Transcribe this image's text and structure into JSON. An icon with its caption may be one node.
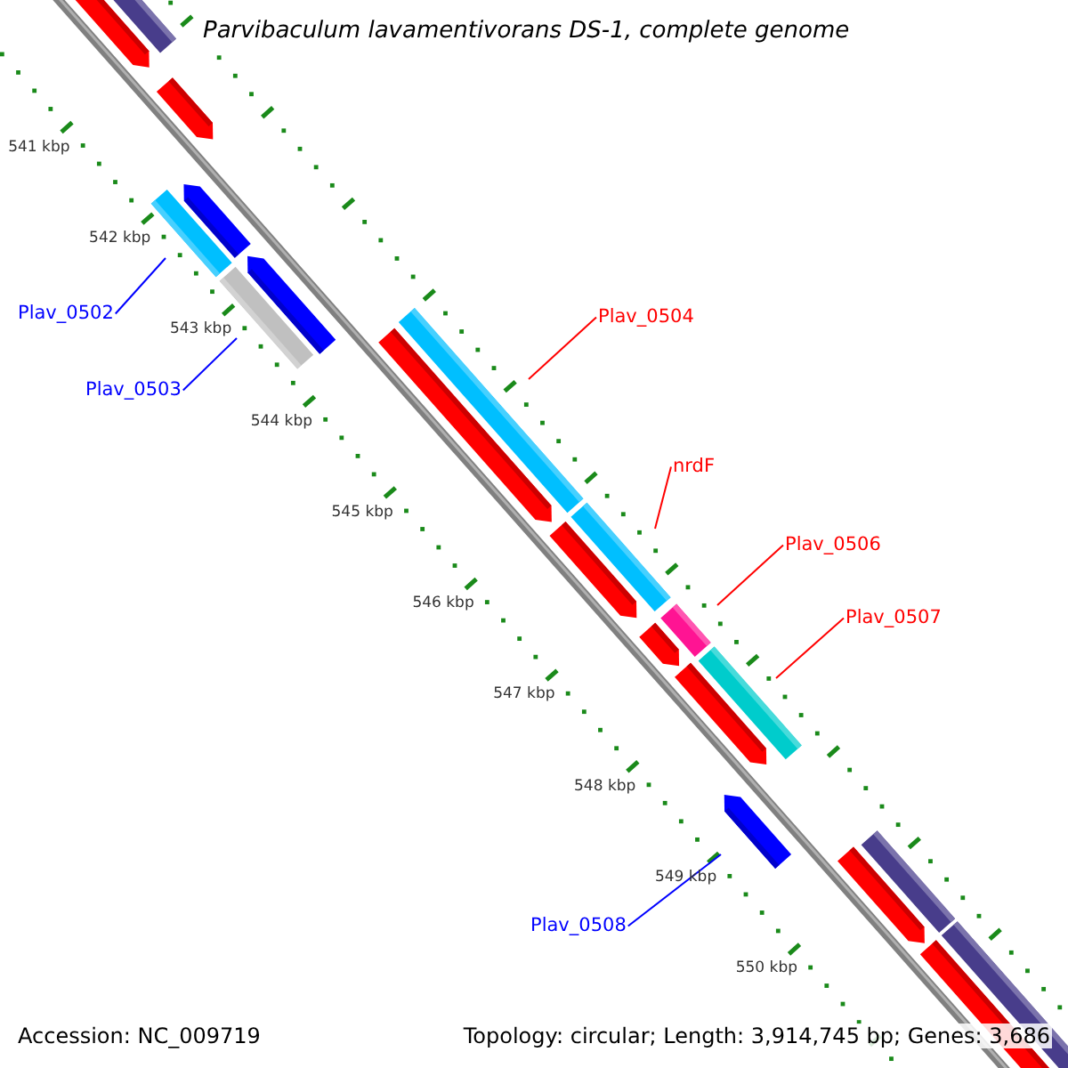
{
  "diagram": {
    "title": "Parvibaculum lavamentivorans DS-1, complete genome",
    "nodes": [
      {
        "text": [
          "Plav_0502"
        ]
      },
      {
        "text": [],
        "shape": "bar"
      },
      {
        "text": [
          "Plav_0503"
        ]
      },
      {
        "text": [],
        "shape": "bar"
      },
      {
        "text": [
          "Plav_0504"
        ]
      },
      {
        "text": [],
        "shape": "bar"
      },
      {
        "text": [
          "nrdF"
        ]
      },
      {
        "text": [],
        "shape": "bar"
      },
      {
        "text": [
          "Plav_0506"
        ]
      },
      {
        "text": [],
        "shape": "bar"
      },
      {
        "text": [
          "Plav_0507"
        ]
      },
      {
        "text": [],
        "shape": "bar"
      },
      {
        "text": [
          "Plav_0508"
        ]
      },
      {
        "text": [],
        "shape": "bar"
      }
    ],
    "edges": [
      {
        "from": 0,
        "to": 1,
        "arrow": "none",
        "color": "#0000ff"
      },
      {
        "from": 2,
        "to": 3,
        "arrow": "none",
        "color": "#0000ff"
      },
      {
        "from": 4,
        "to": 5,
        "arrow": "none"
      },
      {
        "from": 6,
        "to": 7,
        "arrow": "none"
      },
      {
        "from": 8,
        "to": 9,
        "arrow": "none"
      },
      {
        "from": 10,
        "to": 11,
        "arrow": "none"
      },
      {
        "from": 12,
        "to": 13,
        "arrow": "none",
        "color": "#0000ff"
      }
    ],
    "labels": [
      "541 kbp",
      "542 kbp",
      "543 kbp",
      "544 kbp",
      "545 kbp",
      "546 kbp",
      "547 kbp",
      "548 kbp",
      "549 kbp",
      "550 kbp",
      "Accession: NC_009719",
      "Topology: circular; Length: 3,914,745 bp; Genes: 3,686"
    ]
  }
}
